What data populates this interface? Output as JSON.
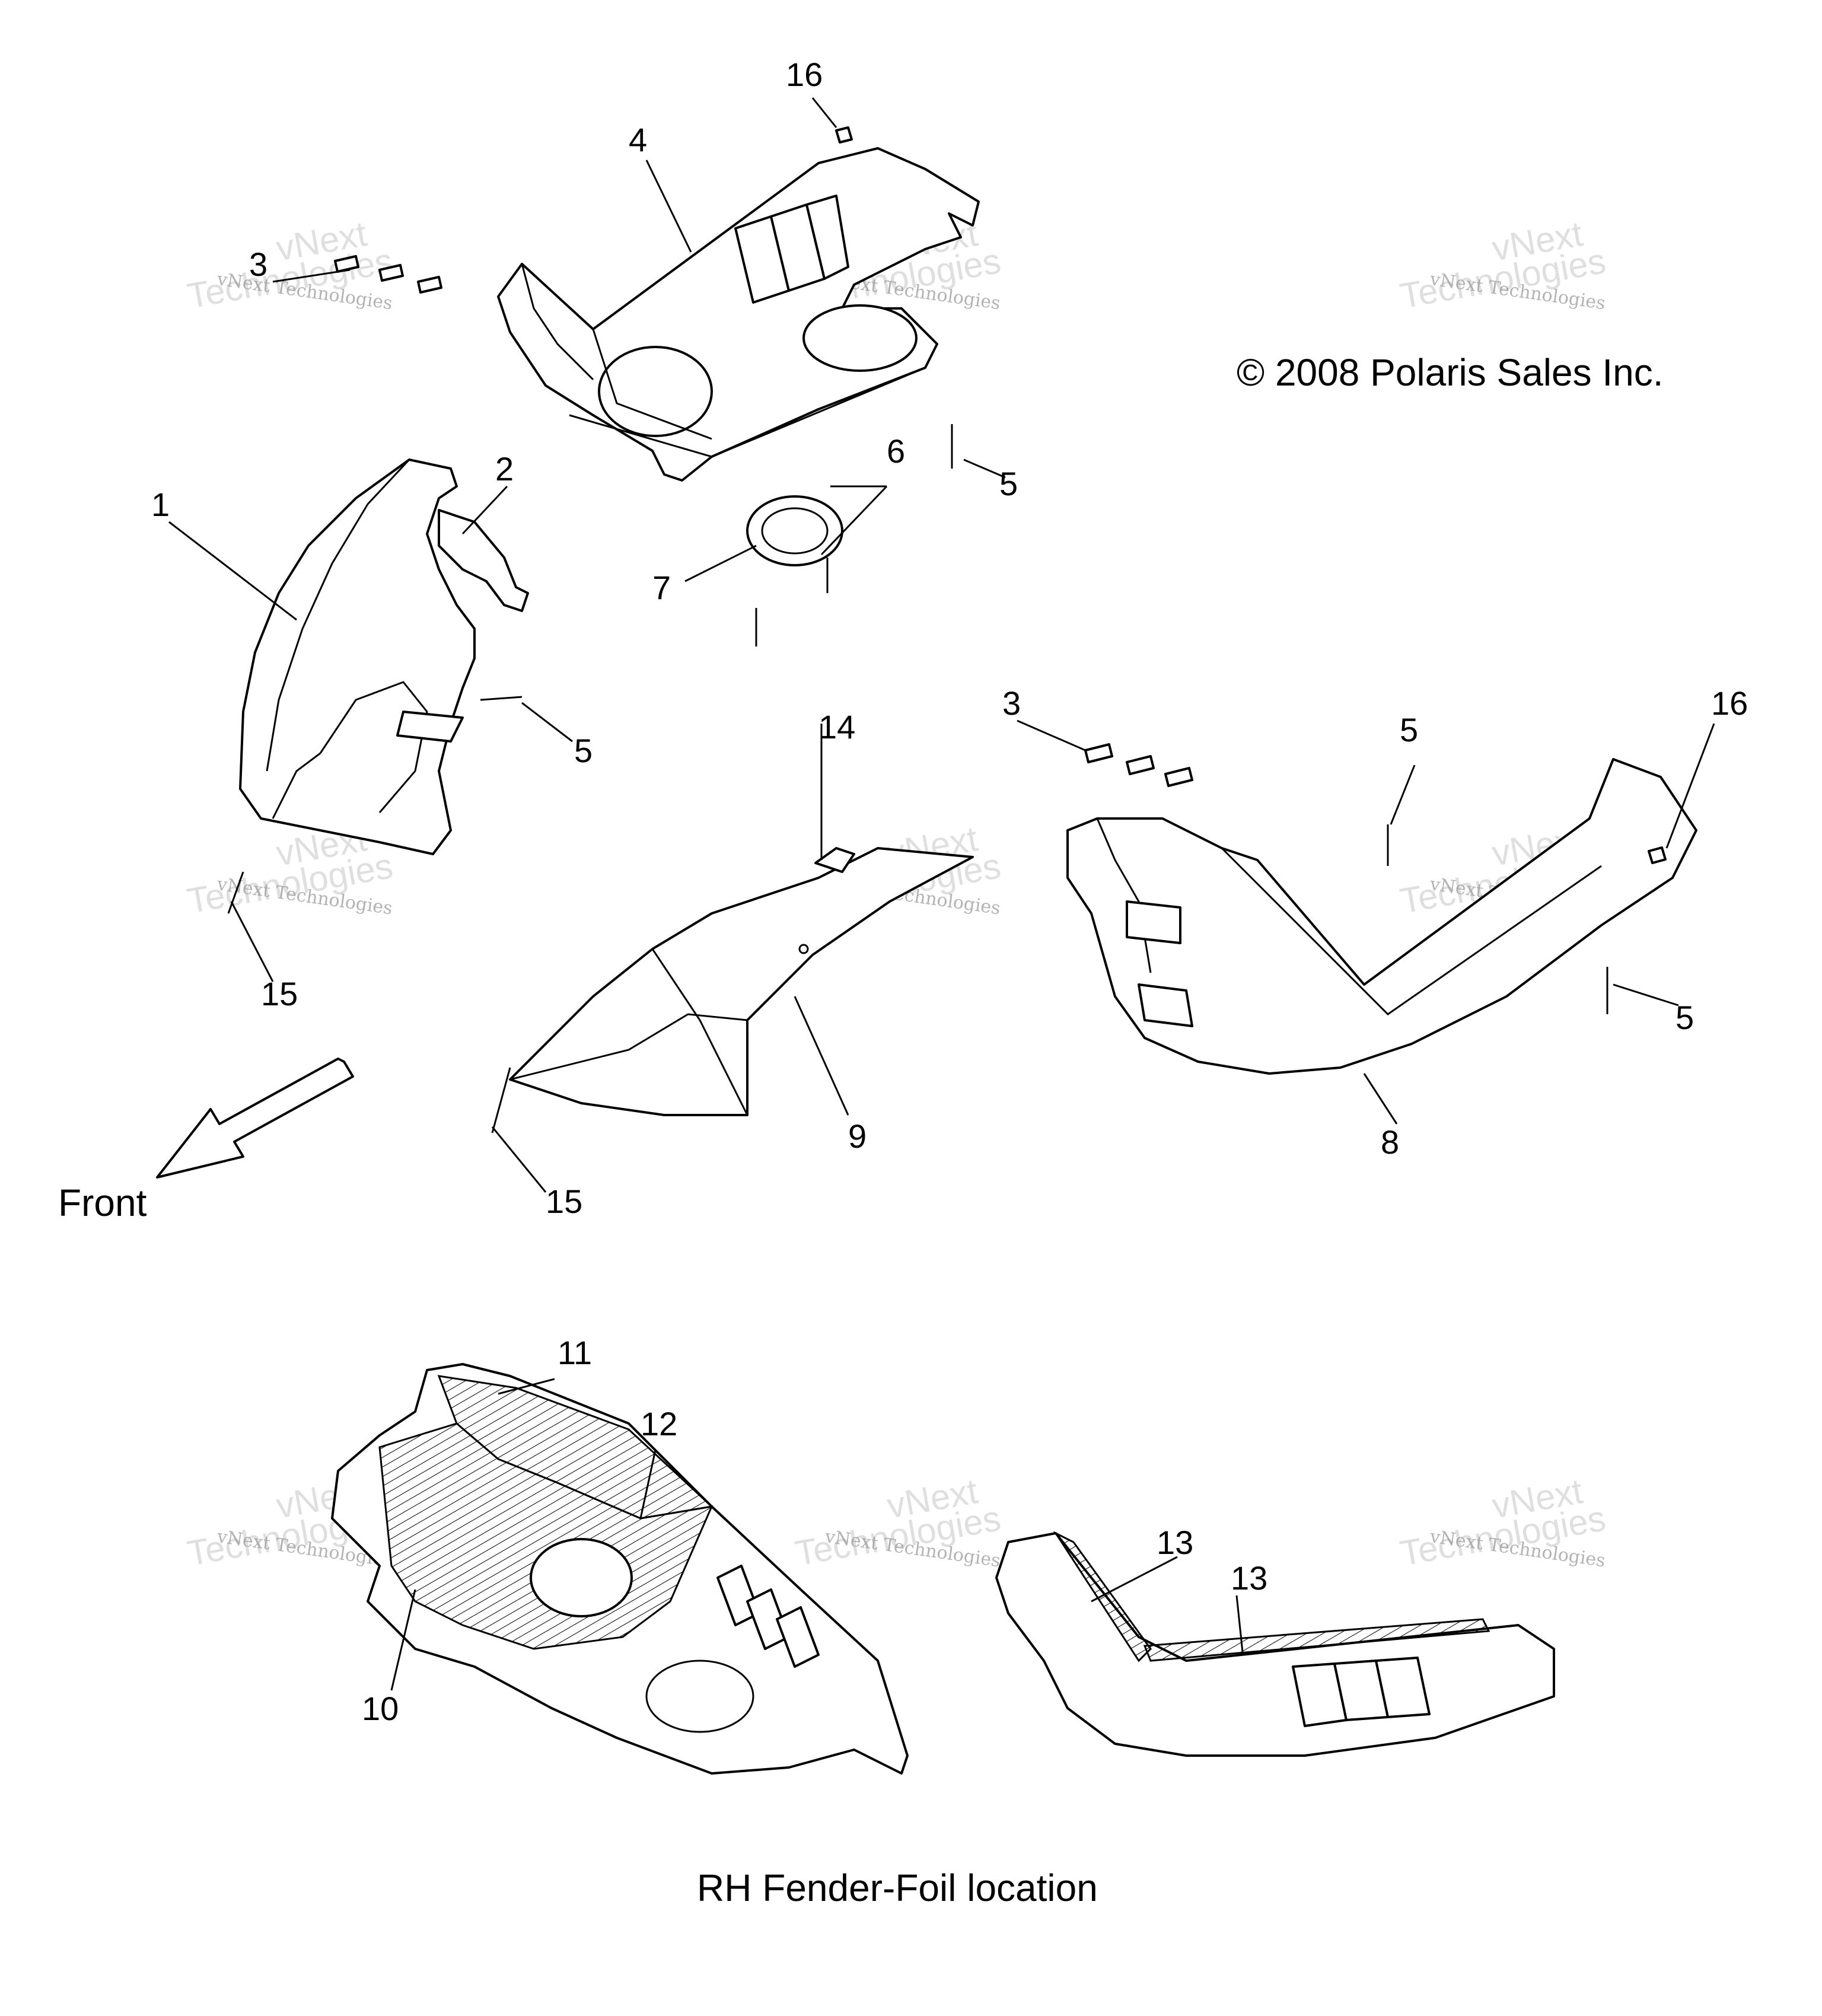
{
  "copyright": "© 2008 Polaris Sales Inc.",
  "front_label": "Front",
  "caption": "RH Fender-Foil location",
  "watermark": {
    "line1": "vNext Technologies",
    "line2": "vNext",
    "line3": "Technologies"
  },
  "callouts": {
    "c1": "1",
    "c2": "2",
    "c3a": "3",
    "c3b": "3",
    "c4": "4",
    "c5a": "5",
    "c5b": "5",
    "c5c": "5",
    "c5d": "5",
    "c6": "6",
    "c7": "7",
    "c8": "8",
    "c9": "9",
    "c10": "10",
    "c11": "11",
    "c12": "12",
    "c13a": "13",
    "c13b": "13",
    "c14": "14",
    "c15a": "15",
    "c15b": "15",
    "c16a": "16",
    "c16b": "16"
  }
}
